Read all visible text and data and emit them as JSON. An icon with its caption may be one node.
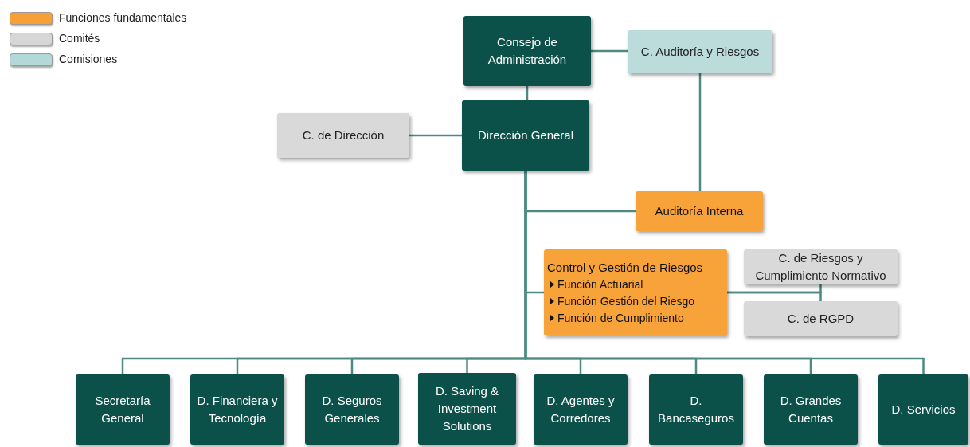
{
  "diagram": {
    "nodes": [
      {
        "text": [
          "Consejo de Administración"
        ]
      },
      {
        "text": [
          "C. Auditoría y Riesgos"
        ]
      },
      {
        "text": [
          "C. de Dirección"
        ]
      },
      {
        "text": [
          "Dirección General"
        ]
      },
      {
        "text": [
          "Auditoría Interna"
        ]
      },
      {
        "text": [
          "Control y Gestión de Riesgos",
          "Función Actuarial",
          "Función Gestión del Riesgo",
          "Función de Cumplimiento"
        ]
      },
      {
        "text": [
          "C. de Riesgos y Cumplimiento Normativo"
        ]
      },
      {
        "text": [
          "C. de RGPD"
        ]
      },
      {
        "text": [
          "Secretaría General"
        ]
      },
      {
        "text": [
          "D. Financiera y Tecnología"
        ]
      },
      {
        "text": [
          "D. Seguros Generales"
        ]
      },
      {
        "text": [
          "D. Saving & Investment Solutions"
        ]
      },
      {
        "text": [
          "D. Agentes y Corredores"
        ]
      },
      {
        "text": [
          "D. Bancaseguros"
        ]
      },
      {
        "text": [
          "D. Grandes Cuentas"
        ]
      },
      {
        "text": [
          "D. Servicios"
        ]
      }
    ],
    "edges": [
      {
        "from": 0,
        "to": 1,
        "arrow": "none"
      },
      {
        "from": 0,
        "to": 3,
        "arrow": "none"
      },
      {
        "from": 2,
        "to": 3,
        "arrow": "none"
      },
      {
        "from": 1,
        "to": 4,
        "arrow": "none"
      },
      {
        "from": 3,
        "to": 4,
        "arrow": "none"
      },
      {
        "from": 3,
        "to": 5,
        "arrow": "none"
      },
      {
        "from": 5,
        "to": 6,
        "arrow": "none"
      },
      {
        "from": 5,
        "to": 7,
        "arrow": "none"
      },
      {
        "from": 3,
        "to": 8,
        "arrow": "none"
      },
      {
        "from": 3,
        "to": 9,
        "arrow": "none"
      },
      {
        "from": 3,
        "to": 10,
        "arrow": "none"
      },
      {
        "from": 3,
        "to": 11,
        "arrow": "none"
      },
      {
        "from": 3,
        "to": 12,
        "arrow": "none"
      },
      {
        "from": 3,
        "to": 13,
        "arrow": "none"
      },
      {
        "from": 3,
        "to": 14,
        "arrow": "none"
      },
      {
        "from": 3,
        "to": 15,
        "arrow": "none"
      }
    ],
    "legend": [
      {
        "text": "Funciones fundamentales",
        "color": "#f7a035"
      },
      {
        "text": "Comités",
        "color": "#d6d6d6"
      },
      {
        "text": "Comisiones",
        "color": "#b2d8d8"
      }
    ]
  }
}
